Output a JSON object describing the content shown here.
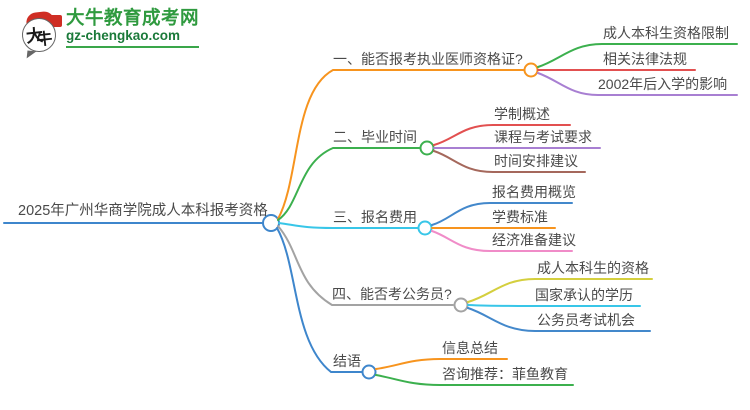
{
  "page": {
    "background": "#ffffff"
  },
  "logo": {
    "badge_text_top": "大",
    "badge_text_bottom": "牛",
    "site_name": "大牛教育成考网",
    "site_url": "gz-chengkao.com",
    "brand_green": "#2f9a3f",
    "brand_red": "#cf2e24"
  },
  "mindmap": {
    "text_color": "#4a4a4a",
    "root": {
      "label": "2025年广州华商学院成人本科报考资格",
      "color": "#3e86cc"
    },
    "branches": [
      {
        "label": "一、能否报考执业医师资格证?",
        "color": "#f7941e",
        "children": [
          {
            "label": "成人本科生资格限制",
            "color": "#3cb04e"
          },
          {
            "label": "相关法律法规",
            "color": "#e25050"
          },
          {
            "label": "2002年后入学的影响",
            "color": "#a87fd2"
          }
        ]
      },
      {
        "label": "二、毕业时间",
        "color": "#3cb04e",
        "children": [
          {
            "label": "学制概述",
            "color": "#e25050"
          },
          {
            "label": "课程与考试要求",
            "color": "#a87fd2"
          },
          {
            "label": "时间安排建议",
            "color": "#a5685c"
          }
        ]
      },
      {
        "label": "三、报名费用",
        "color": "#38c6e8",
        "children": [
          {
            "label": "报名费用概览",
            "color": "#4388cb"
          },
          {
            "label": "学费标准",
            "color": "#f7941e"
          },
          {
            "label": "经济准备建议",
            "color": "#f08cc8"
          }
        ]
      },
      {
        "label": "四、能否考公务员?",
        "color": "#a3a3a3",
        "children": [
          {
            "label": "成人本科生的资格",
            "color": "#d4cf3e"
          },
          {
            "label": "国家承认的学历",
            "color": "#38c6e8"
          },
          {
            "label": "公务员考试机会",
            "color": "#4388cb"
          }
        ]
      },
      {
        "label": "结语",
        "color": "#3e86cc",
        "children": [
          {
            "label": "信息总结",
            "color": "#f7941e"
          },
          {
            "label": "咨询推荐：菲鱼教育",
            "color": "#3cb04e"
          }
        ]
      }
    ]
  }
}
